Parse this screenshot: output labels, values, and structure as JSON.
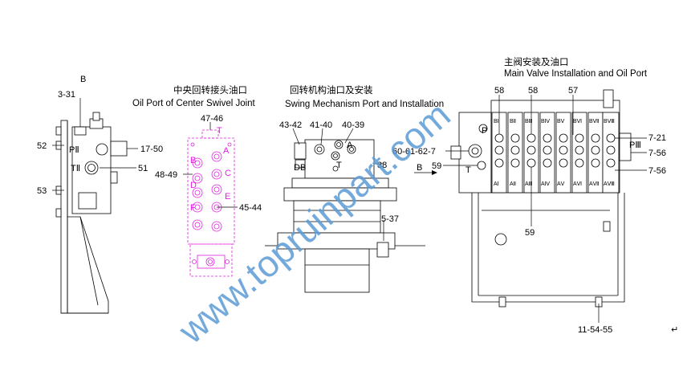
{
  "view_b": {
    "label": "B",
    "callouts": [
      "3-31",
      "52",
      "53",
      "17-50",
      "51"
    ],
    "ports": [
      "PⅡ",
      "TⅡ"
    ]
  },
  "swivel": {
    "title_cn": "中央回转接头油口",
    "title_en": "Oil Port of Center Swivel Joint",
    "ports": [
      "T",
      "A",
      "B",
      "C",
      "D",
      "E",
      "F"
    ],
    "callouts": [
      "47-46",
      "48-49",
      "45-44"
    ]
  },
  "swing": {
    "title_cn": "回转机构油口及安装",
    "title_en": "Swing Mechanism Port and Installation",
    "callouts": [
      "43-42",
      "41-40",
      "40-39",
      "38",
      "5-37"
    ],
    "ports": [
      "A",
      "T",
      "DB"
    ]
  },
  "main_valve": {
    "title_cn": "主阀安装及油口",
    "title_en": "Main Valve Installation and Oil Port",
    "callouts": [
      "58",
      "58",
      "57",
      "7-21",
      "7-56",
      "7-56",
      "60-61-62-7",
      "59",
      "59",
      "11-54-55"
    ],
    "ports": [
      "P",
      "T",
      "PⅢ"
    ],
    "arrow_label": "B",
    "top_sections": [
      "BⅠ",
      "BⅡ",
      "BⅢ",
      "BⅣ",
      "BⅤ",
      "BⅥ",
      "BⅦ",
      "BⅧ"
    ],
    "bottom_sections": [
      "AⅠ",
      "AⅡ",
      "AⅢ",
      "AⅣ",
      "AⅤ",
      "AⅥ",
      "AⅦ",
      "AⅧ"
    ]
  },
  "watermark": "www.topruinpart.com",
  "end_mark": "↵"
}
